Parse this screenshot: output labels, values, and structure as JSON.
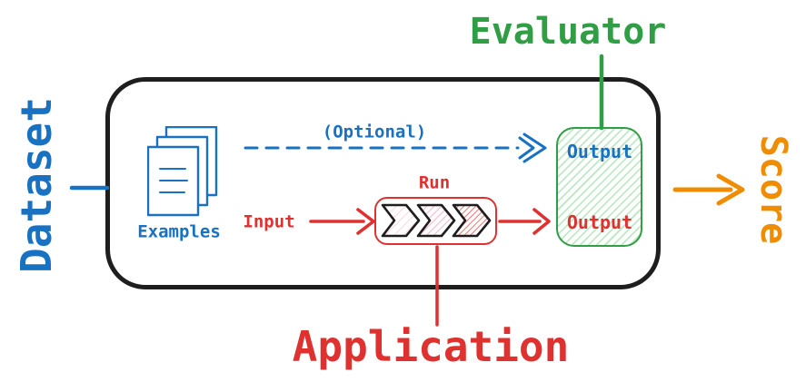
{
  "diagram": {
    "title_context": "evaluation-flow-diagram",
    "outer_labels": {
      "dataset": "Dataset",
      "evaluator": "Evaluator",
      "score": "Score",
      "application": "Application"
    },
    "inner_labels": {
      "examples": "Examples",
      "optional": "(Optional)",
      "input": "Input",
      "run": "Run",
      "evaluator_output": "Output",
      "application_output": "Output"
    },
    "colors": {
      "dataset_blue": "#1971c2",
      "application_red": "#e03131",
      "evaluator_green": "#2f9e44",
      "score_orange": "#f08c00",
      "container_black": "#1e1e1e",
      "evaluator_box_hatch": "#bfe9c7",
      "chevron_hatch_1": "#ffd2d2",
      "chevron_hatch_2": "#f9b1cc",
      "chevron_hatch_3": "#f57474"
    },
    "icons": {
      "examples_icon": "documents-icon",
      "run_icon": "chevron-pipeline-icon",
      "optional_arrow": "dashed-arrow-icon",
      "score_arrow": "solid-arrow-icon"
    }
  }
}
